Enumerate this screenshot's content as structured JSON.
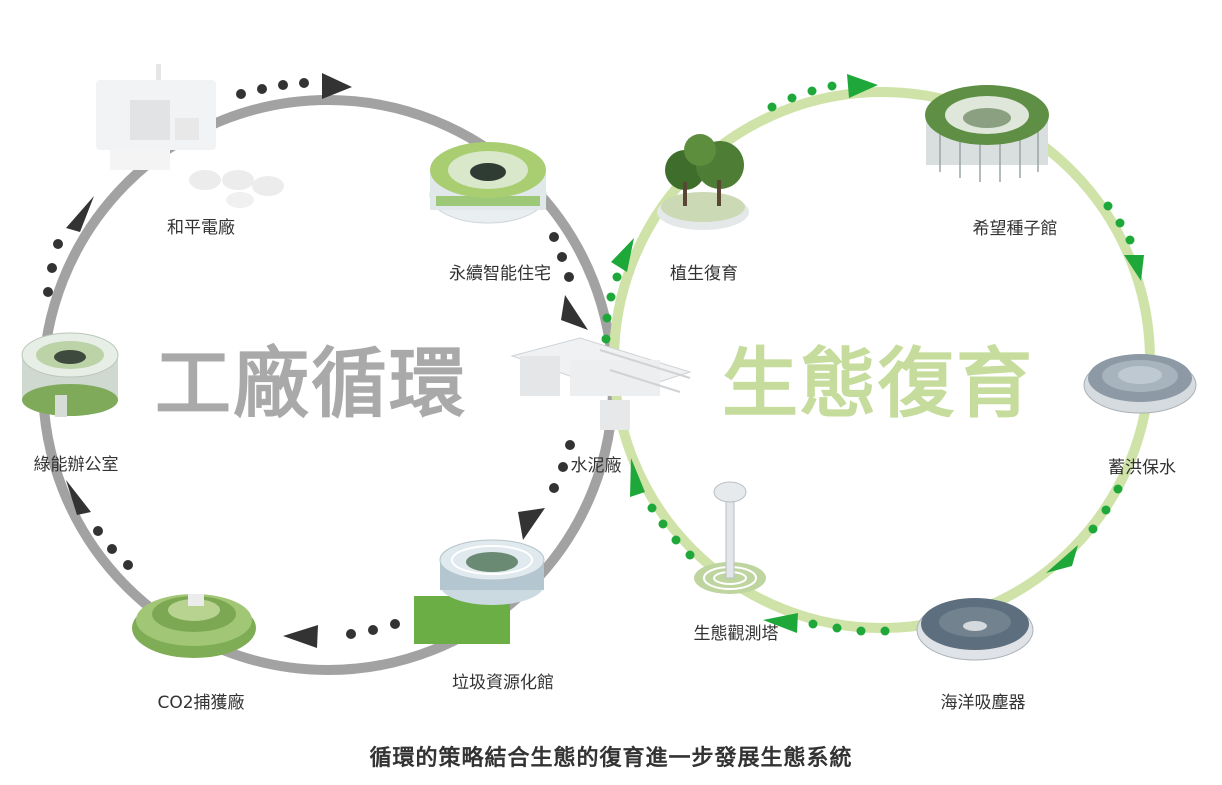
{
  "left_cycle": {
    "title": "工廠循環",
    "color": "#9a9a9a",
    "nodes": [
      "和平電廠",
      "永續智能住宅",
      "水泥廠",
      "垃圾資源化館",
      "CO2捕獲廠",
      "綠能辦公室"
    ]
  },
  "right_cycle": {
    "title": "生態復育",
    "color": "#c8e0a0",
    "accent": "#1fa83a",
    "nodes": [
      "植生復育",
      "希望種子館",
      "蓄洪保水",
      "海洋吸塵器",
      "生態觀測塔"
    ]
  },
  "caption": "循環的策略結合生態的復育進一步發展生態系統",
  "colors": {
    "arrow_dark": "#333333",
    "arrow_green": "#1fa83a"
  }
}
